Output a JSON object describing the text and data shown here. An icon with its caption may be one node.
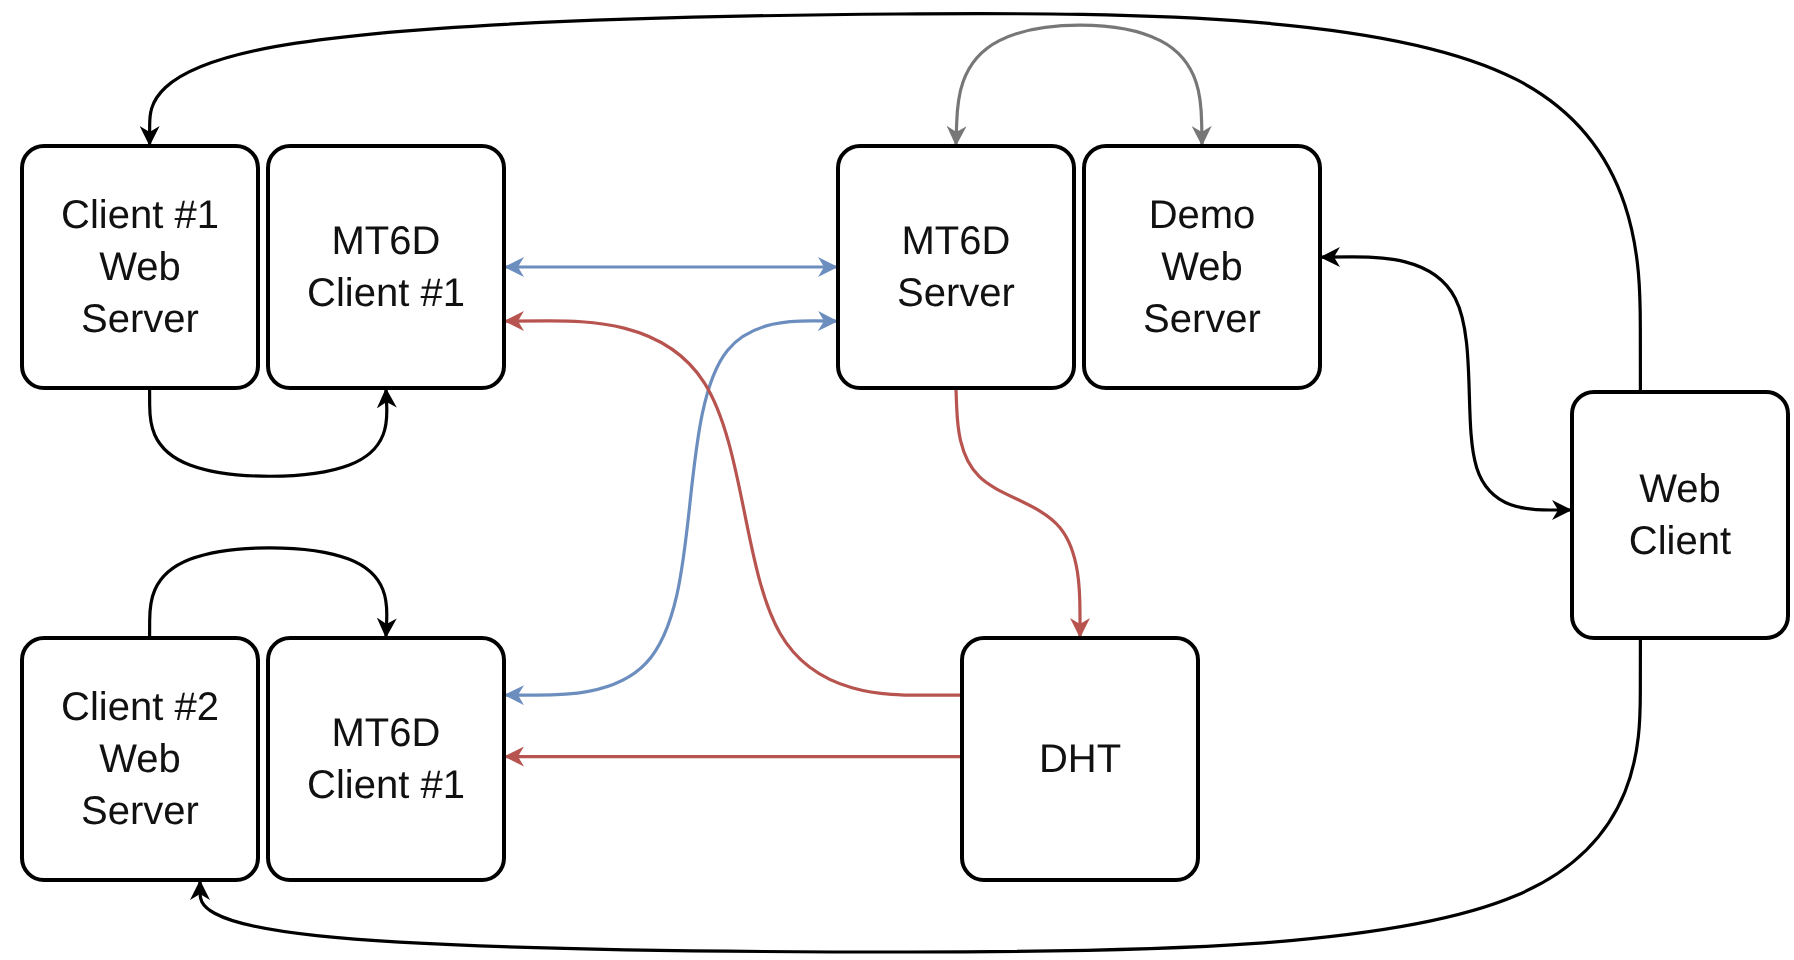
{
  "diagram": {
    "nodes": [
      {
        "text": [
          "Client #1 Web Server"
        ]
      },
      {
        "text": [
          "MT6D Client #1"
        ]
      },
      {
        "text": [
          "MT6D Server"
        ]
      },
      {
        "text": [
          "Demo Web Server"
        ]
      },
      {
        "text": [
          "Web Client"
        ]
      },
      {
        "text": [
          "Client #2 Web Server"
        ]
      },
      {
        "text": [
          "MT6D Client #1"
        ]
      },
      {
        "text": [
          "DHT"
        ]
      }
    ],
    "edges": [
      {
        "from": 4,
        "to": 0,
        "arrow": "to"
      },
      {
        "from": 4,
        "to": 5,
        "arrow": "to"
      },
      {
        "from": 0,
        "to": 1,
        "arrow": "to"
      },
      {
        "from": 5,
        "to": 6,
        "arrow": "to"
      },
      {
        "from": 1,
        "to": 2,
        "arrow": "both",
        "color": "#6c8ebf"
      },
      {
        "from": 2,
        "to": 6,
        "arrow": "both",
        "color": "#6c8ebf"
      },
      {
        "from": 2,
        "to": 3,
        "arrow": "both",
        "color": "#777777"
      },
      {
        "from": 3,
        "to": 4,
        "arrow": "both"
      },
      {
        "from": 2,
        "to": 7,
        "arrow": "to",
        "color": "#b85450"
      },
      {
        "from": 7,
        "to": 1,
        "arrow": "to",
        "color": "#b85450"
      },
      {
        "from": 7,
        "to": 6,
        "arrow": "to",
        "color": "#b85450"
      }
    ]
  }
}
